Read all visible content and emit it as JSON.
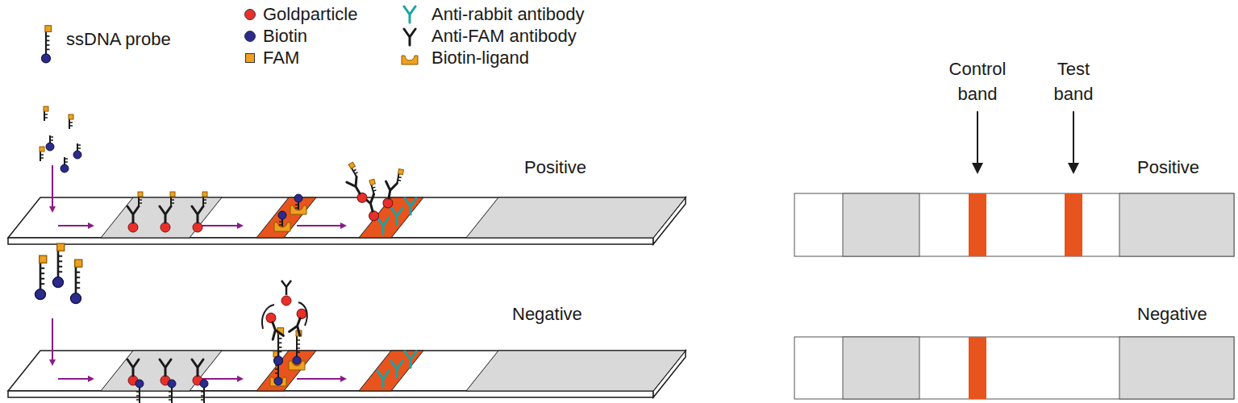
{
  "diagram": {
    "labels": [
      "Positive",
      "Negative",
      "Control band",
      "Test band",
      "Positive",
      "Negative"
    ],
    "legend": [
      {
        "text": "ssDNA probe"
      },
      {
        "text": "Goldparticle",
        "color": "#e8302a"
      },
      {
        "text": "Anti-rabbit antibody"
      },
      {
        "text": "Biotin",
        "color": "#2b2b8c"
      },
      {
        "text": "Anti-FAM antibody"
      },
      {
        "text": "FAM",
        "color": "#f0a020"
      },
      {
        "text": "Biotin-ligand"
      }
    ]
  }
}
